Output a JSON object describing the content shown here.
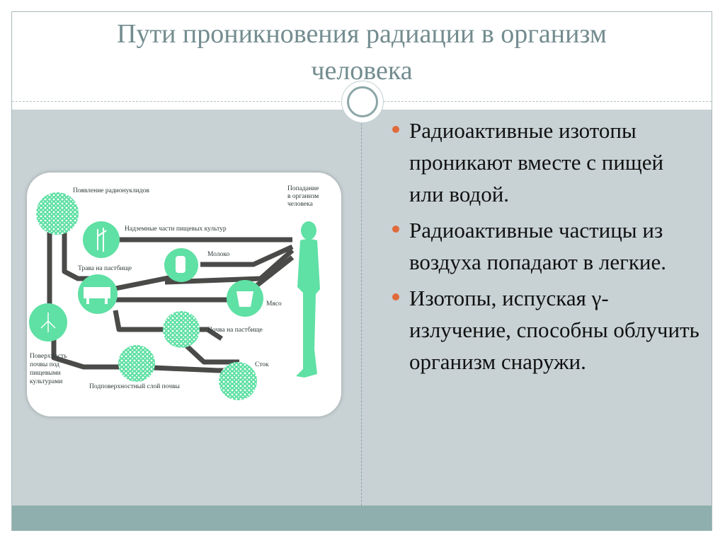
{
  "slide": {
    "title_line1": "Пути проникновения радиации в организм",
    "title_line2": "человека"
  },
  "diagram": {
    "labels": {
      "emergence": "Появление радионуклидов",
      "intake": [
        "Попадание",
        "в организм",
        "человека"
      ],
      "above_ground": "Надземные части пищевых культур",
      "milk": "Молоко",
      "pasture_grass": "Трава на пастбище",
      "meat": "Мясо",
      "pasture_soil": "Почва на пастбище",
      "soil_surface": [
        "Поверхность",
        "почвы под",
        "пищевыми",
        "культурами"
      ],
      "runoff": "Сток",
      "subsurface": "Подповерхностный слой почвы"
    }
  },
  "bullets": [
    "Радиоактивные изотопы проникают вместе с пищей или водой.",
    "Радиоактивные частицы из воздуха попадают в легкие.",
    "Изотопы, испуская γ-излучение, способны облучить организм снаружи."
  ],
  "colors": {
    "title": "#738c8f",
    "accent_green": "#5fe0a4",
    "bullet": "#e06a3b",
    "bottom_bar": "#8eafae",
    "content_bg": "#c8d2d5"
  }
}
